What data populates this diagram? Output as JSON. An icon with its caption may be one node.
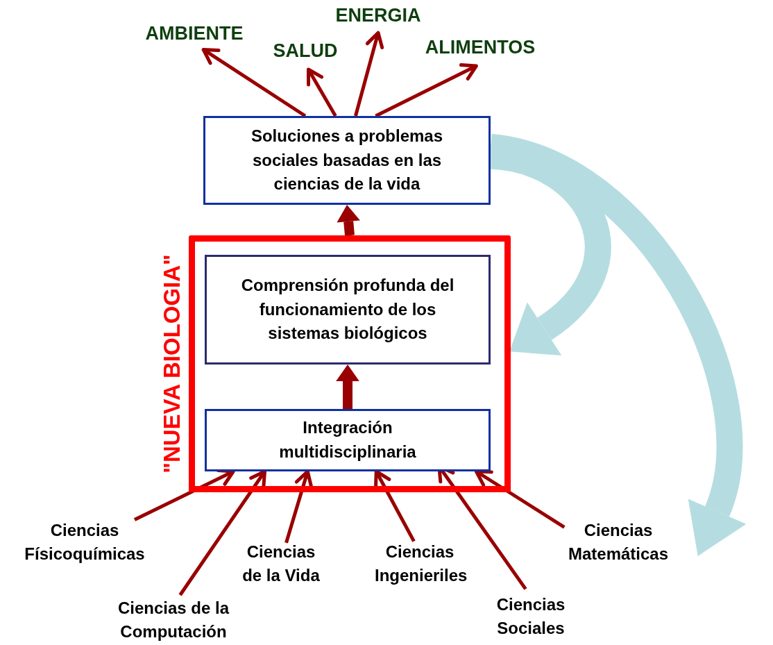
{
  "diagram": {
    "nodes": [
      {
        "text": [
          "AMBIENTE"
        ]
      },
      {
        "text": [
          "SALUD"
        ]
      },
      {
        "text": [
          "ENERGIA"
        ]
      },
      {
        "text": [
          "ALIMENTOS"
        ]
      },
      {
        "text": [
          "Soluciones a problemas sociales basadas en las ciencias de la vida"
        ]
      },
      {
        "text": [
          "\"NUEVA BIOLOGIA\""
        ]
      },
      {
        "text": [
          "Comprensión profunda del funcionamiento de los sistemas biológicos"
        ],
        "in": 5
      },
      {
        "text": [
          "Integración multidisciplinaria"
        ],
        "in": 5
      },
      {
        "text": [
          "Ciencias Físicoquímicas"
        ]
      },
      {
        "text": [
          "Ciencias de la Computación"
        ]
      },
      {
        "text": [
          "Ciencias de la Vida"
        ]
      },
      {
        "text": [
          "Ciencias Ingenieriles"
        ]
      },
      {
        "text": [
          "Ciencias Sociales"
        ]
      },
      {
        "text": [
          "Ciencias Matemáticas"
        ]
      }
    ],
    "edges": [
      {
        "from": 4,
        "to": 0,
        "arrow": "to"
      },
      {
        "from": 4,
        "to": 1,
        "arrow": "to"
      },
      {
        "from": 4,
        "to": 2,
        "arrow": "to"
      },
      {
        "from": 4,
        "to": 3,
        "arrow": "to"
      },
      {
        "from": 5,
        "to": 4,
        "arrow": "to",
        "style": "thick"
      },
      {
        "from": 7,
        "to": 6,
        "arrow": "to",
        "style": "thick"
      },
      {
        "from": 4,
        "to": 5,
        "arrow": "to",
        "style": "thick",
        "color": "#b5dde1"
      },
      {
        "from": 4,
        "to": 13,
        "arrow": "to",
        "style": "thick",
        "color": "#b5dde1"
      },
      {
        "from": 8,
        "to": 7,
        "arrow": "to"
      },
      {
        "from": 9,
        "to": 7,
        "arrow": "to"
      },
      {
        "from": 10,
        "to": 7,
        "arrow": "to"
      },
      {
        "from": 11,
        "to": 7,
        "arrow": "to"
      },
      {
        "from": 12,
        "to": 7,
        "arrow": "to"
      },
      {
        "from": 13,
        "to": 7,
        "arrow": "to"
      }
    ]
  }
}
